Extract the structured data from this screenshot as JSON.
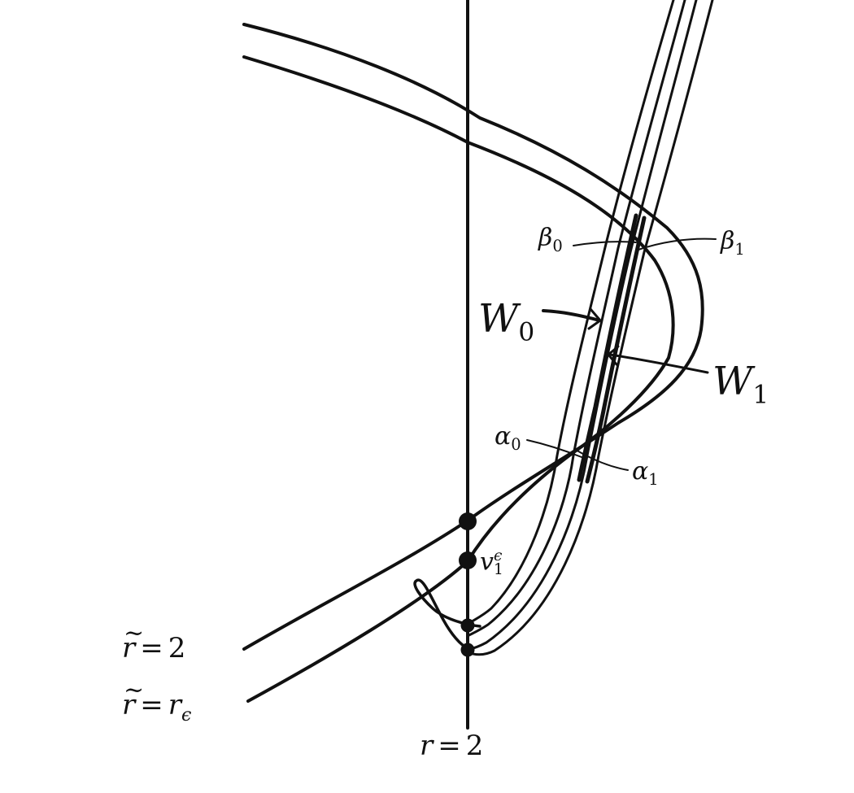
{
  "labels": {
    "beta0": {
      "symbol": "β",
      "sub": "0"
    },
    "beta1": {
      "symbol": "β",
      "sub": "1"
    },
    "w0": {
      "symbol": "W",
      "sub": "0"
    },
    "w1": {
      "symbol": "W",
      "sub": "1"
    },
    "alpha0": {
      "symbol": "α",
      "sub": "0"
    },
    "alpha1": {
      "symbol": "α",
      "sub": "1"
    },
    "v1eps": {
      "symbol": "v",
      "sub": "1",
      "sup": "ϵ"
    },
    "rtilde2": {
      "var": "r",
      "tilde": "~",
      "eq": "=",
      "value": "2"
    },
    "rtilde_reps": {
      "var": "r",
      "tilde": "~",
      "eq": "=",
      "value": "r",
      "value_sub": "ϵ"
    },
    "r2": {
      "var": "r",
      "eq": "=",
      "value": "2"
    }
  },
  "colors": {
    "ink": "#111111",
    "background": "#ffffff"
  }
}
